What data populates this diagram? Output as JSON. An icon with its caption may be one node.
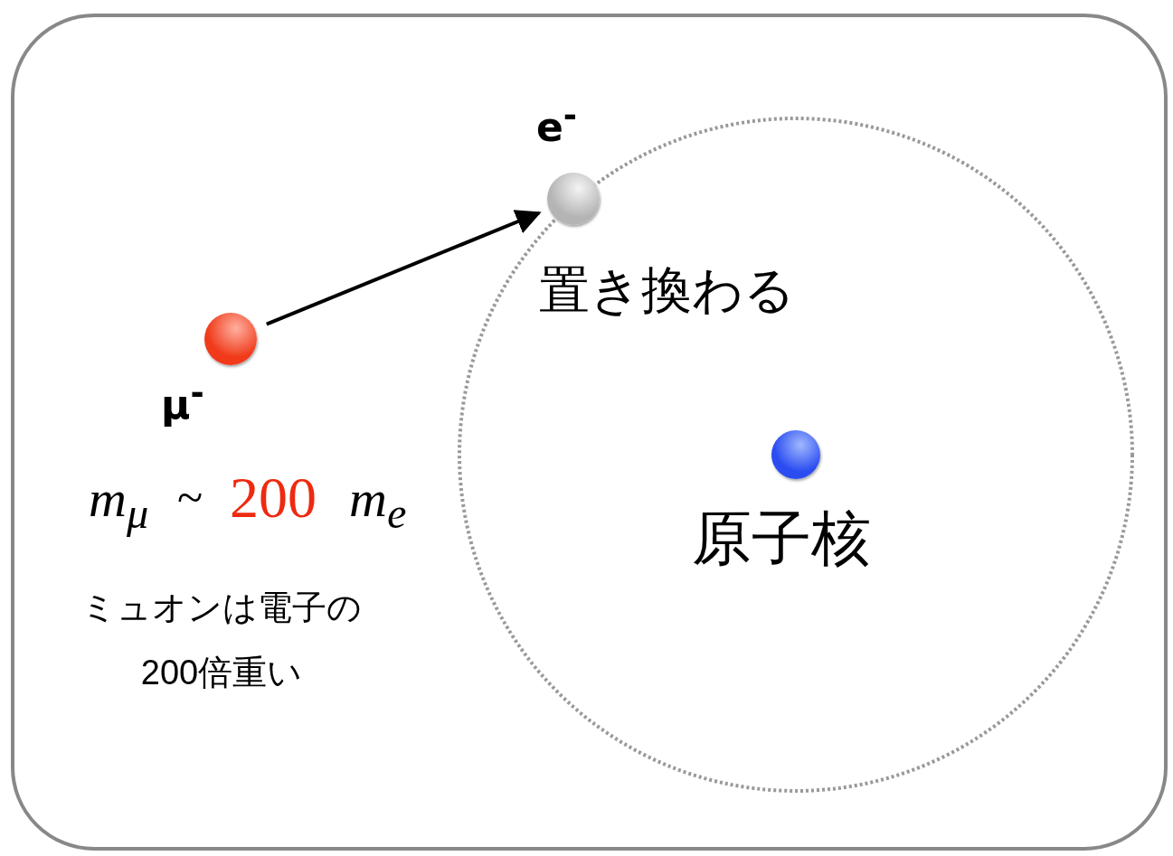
{
  "diagram": {
    "nodes": [
      {
        "text": [],
        "shape": "circle",
        "beside": [
          "μ$^{-}$"
        ]
      },
      {
        "text": [],
        "shape": "circle",
        "beside": [
          "e$^{-}$"
        ]
      },
      {
        "text": [],
        "shape": "circle",
        "beside": [
          "原子核"
        ]
      }
    ],
    "edges": [
      {
        "from": 0,
        "to": 1,
        "arrow": "to"
      }
    ],
    "labels": [
      "置き換わる",
      "m$_{μ}$",
      "~",
      "200",
      "m$_{e}$",
      "ミュオンは電子の200倍重い"
    ]
  }
}
